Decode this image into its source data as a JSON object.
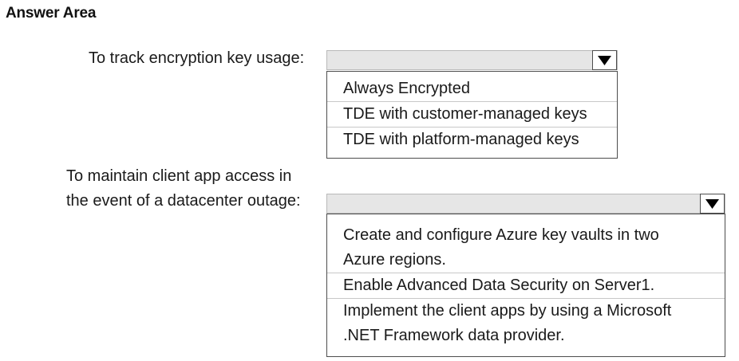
{
  "title": "Answer Area",
  "questions": [
    {
      "label_lines": [
        "To track encryption key usage:"
      ],
      "options": [
        "Always Encrypted",
        "TDE with customer-managed keys",
        "TDE with platform-managed keys"
      ]
    },
    {
      "label_lines": [
        "To maintain client app access in",
        "the event of a datacenter outage:"
      ],
      "options": [
        [
          "Create and configure Azure key vaults in two",
          "Azure regions."
        ],
        [
          "Enable Advanced Data Security on Server1."
        ],
        [
          "Implement the client apps by using a Microsoft",
          ".NET Framework data provider."
        ]
      ]
    }
  ],
  "icons": {
    "dropdown_arrow": "triangle-down-icon"
  },
  "colors": {
    "dropdown_bg": "#e6e6e6",
    "border": "#4d4d4d"
  }
}
